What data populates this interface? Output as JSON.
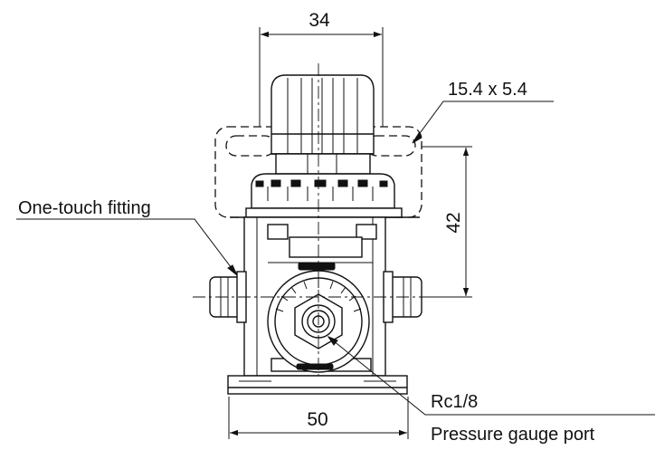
{
  "dimensions": {
    "top_width": "34",
    "slot": "15.4 x 5.4",
    "height": "42",
    "bottom_width": "50"
  },
  "callouts": {
    "fitting": "One-touch fitting",
    "port_thread": "Rc1/8",
    "port_name": "Pressure gauge port"
  }
}
